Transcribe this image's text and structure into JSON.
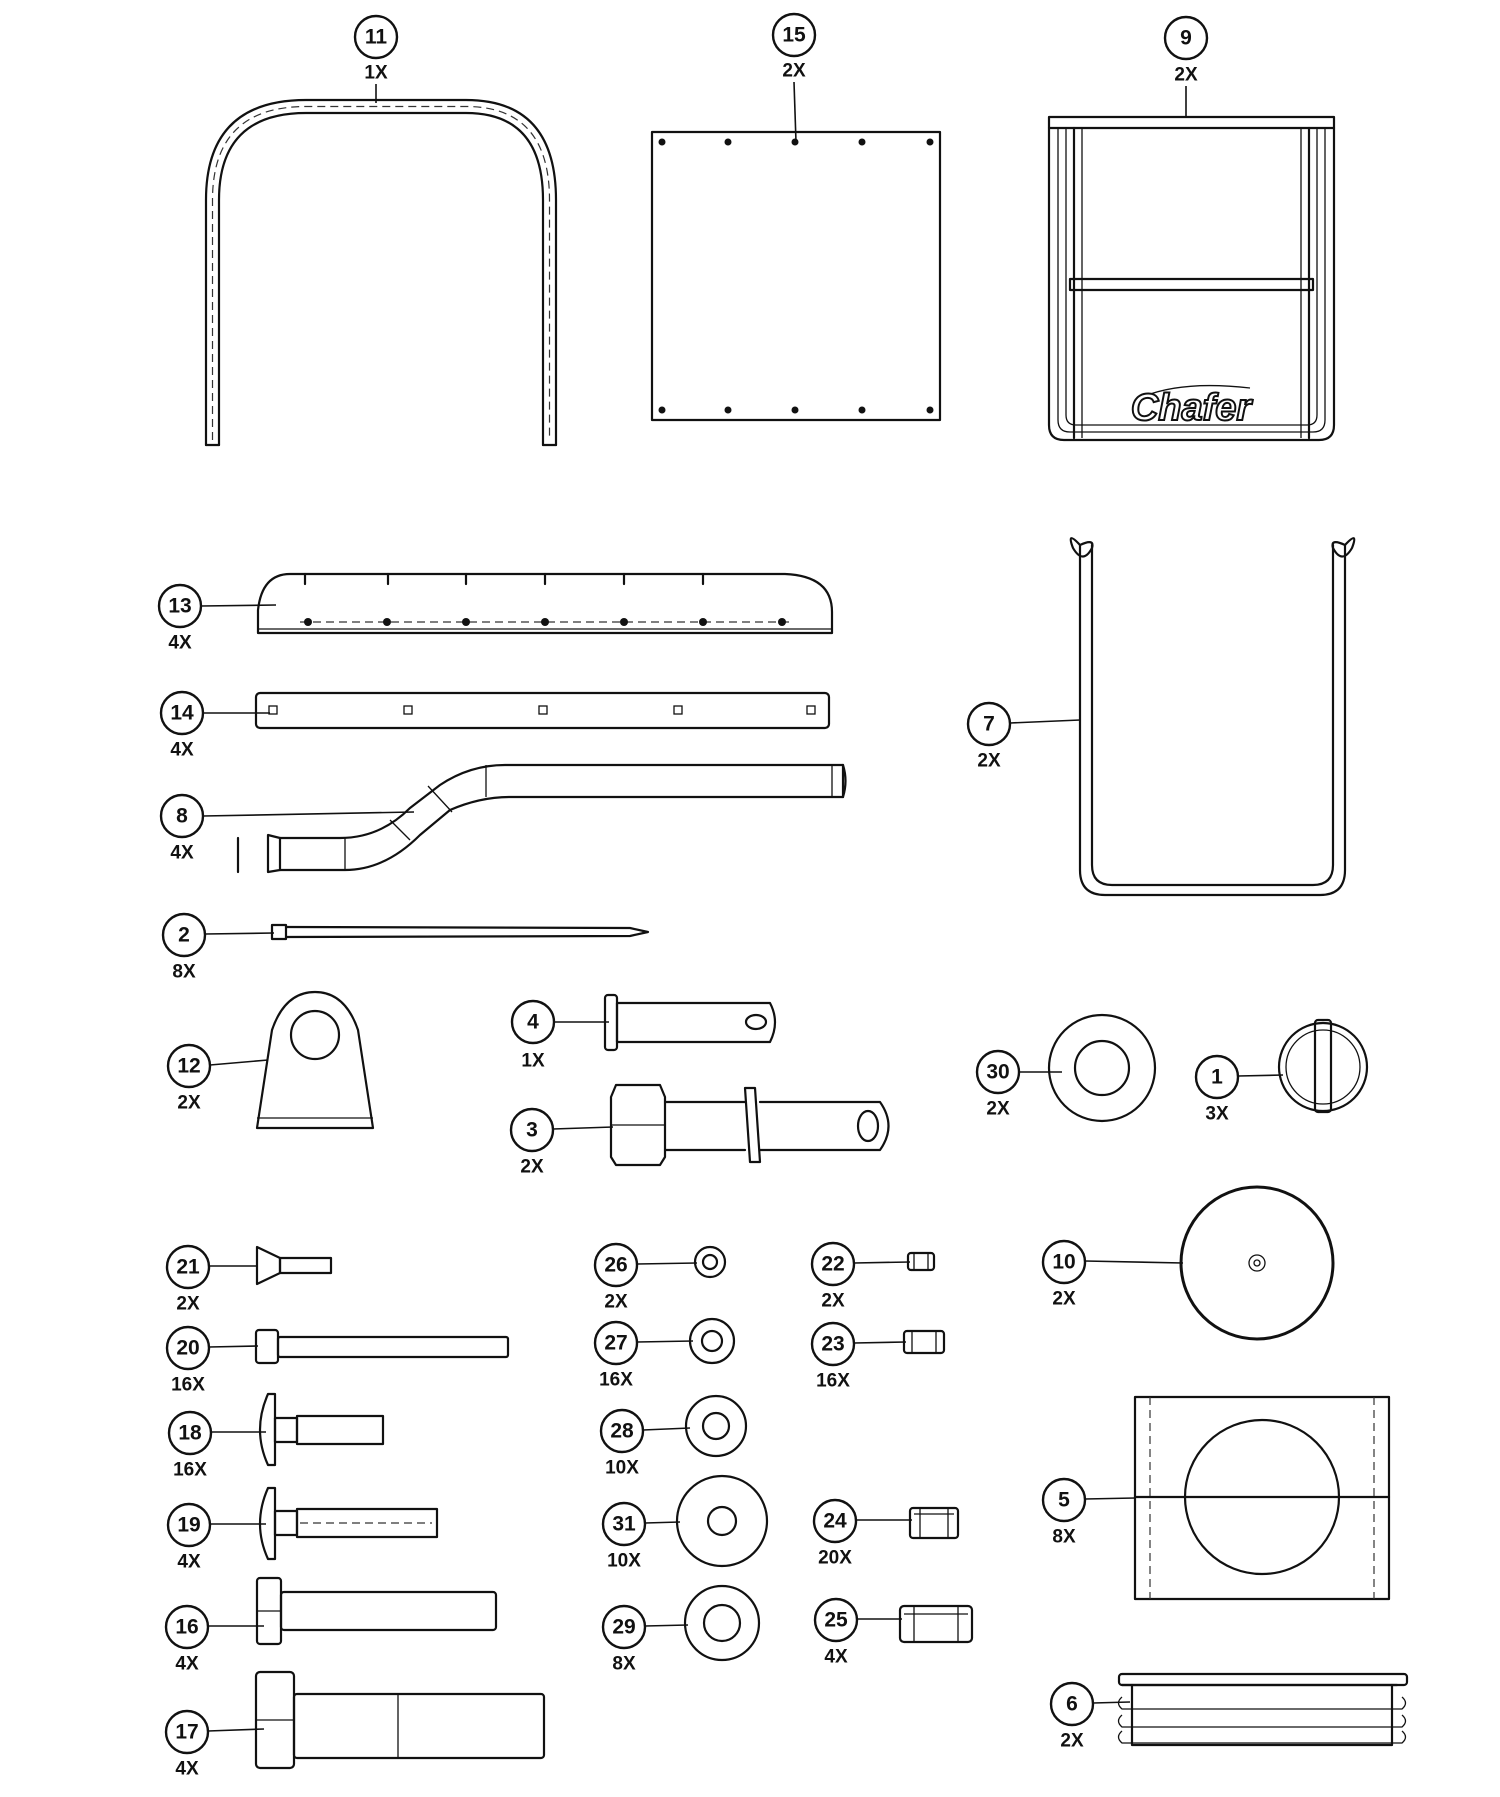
{
  "parts": [
    {
      "num": "11",
      "qty": "1X"
    },
    {
      "num": "15",
      "qty": "2X"
    },
    {
      "num": "9",
      "qty": "2X"
    },
    {
      "num": "13",
      "qty": "4X"
    },
    {
      "num": "14",
      "qty": "4X"
    },
    {
      "num": "8",
      "qty": "4X"
    },
    {
      "num": "2",
      "qty": "8X"
    },
    {
      "num": "7",
      "qty": "2X"
    },
    {
      "num": "12",
      "qty": "2X"
    },
    {
      "num": "4",
      "qty": "1X"
    },
    {
      "num": "3",
      "qty": "2X"
    },
    {
      "num": "30",
      "qty": "2X"
    },
    {
      "num": "1",
      "qty": "3X"
    },
    {
      "num": "21",
      "qty": "2X"
    },
    {
      "num": "20",
      "qty": "16X"
    },
    {
      "num": "18",
      "qty": "16X"
    },
    {
      "num": "19",
      "qty": "4X"
    },
    {
      "num": "16",
      "qty": "4X"
    },
    {
      "num": "17",
      "qty": "4X"
    },
    {
      "num": "26",
      "qty": "2X"
    },
    {
      "num": "27",
      "qty": "16X"
    },
    {
      "num": "28",
      "qty": "10X"
    },
    {
      "num": "31",
      "qty": "10X"
    },
    {
      "num": "29",
      "qty": "8X"
    },
    {
      "num": "22",
      "qty": "2X"
    },
    {
      "num": "23",
      "qty": "16X"
    },
    {
      "num": "24",
      "qty": "20X"
    },
    {
      "num": "25",
      "qty": "4X"
    },
    {
      "num": "10",
      "qty": "2X"
    },
    {
      "num": "5",
      "qty": "8X"
    },
    {
      "num": "6",
      "qty": "2X"
    }
  ],
  "logo_text": "Chafer",
  "colors": {
    "line": "#111111",
    "background": "#ffffff"
  }
}
